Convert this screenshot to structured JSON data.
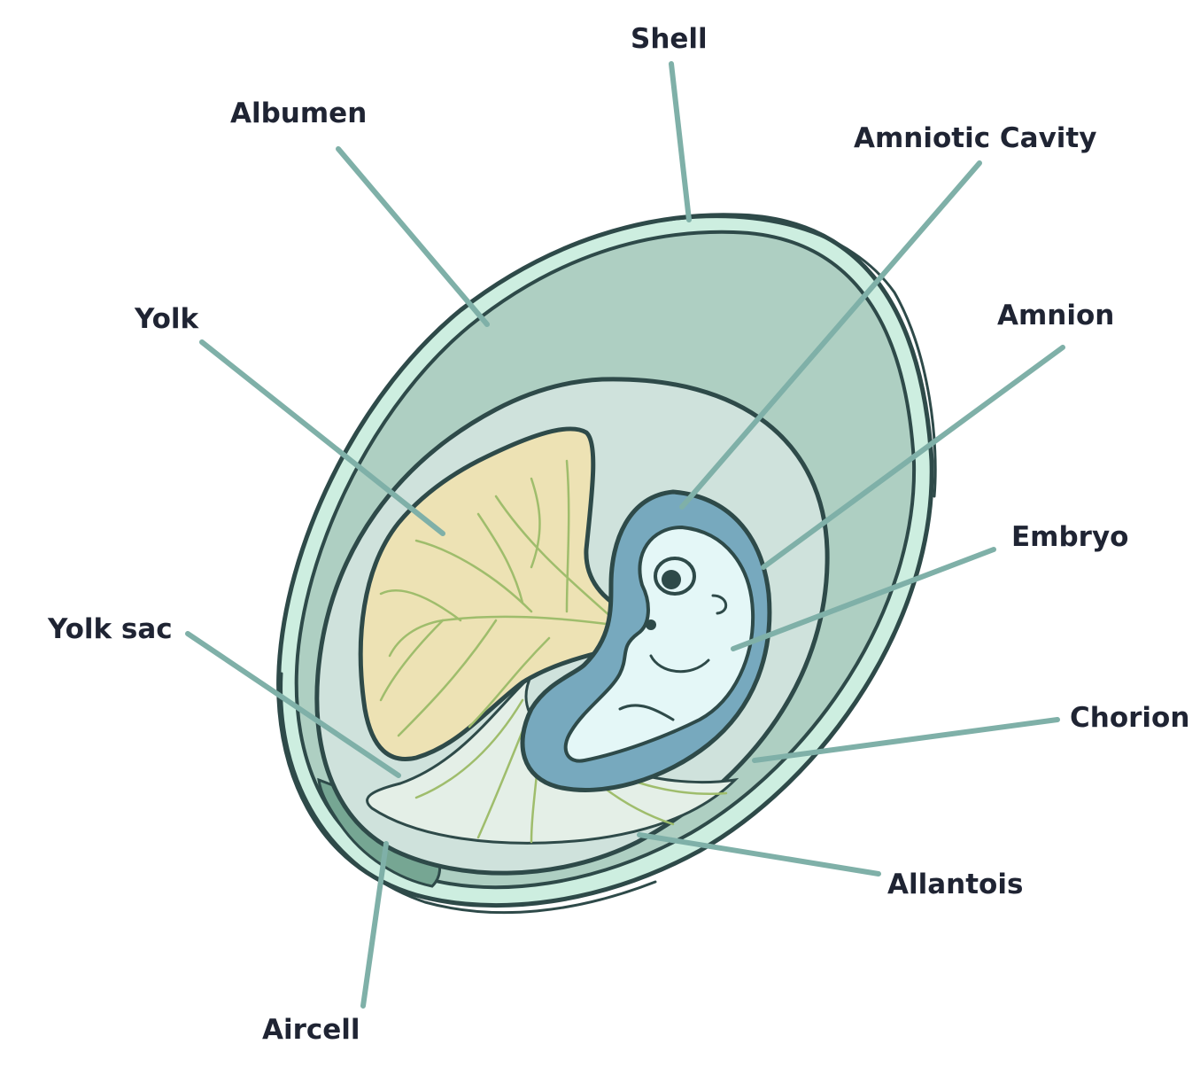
{
  "colors": {
    "shell_rim": "#cdeee0",
    "albumen": "#aecfc2",
    "outline": "#2e4a49",
    "chorion_fill": "#cfe2dc",
    "yolk": "#ede2b4",
    "yolk_rim": "#f6efc8",
    "veins": "#9fbd6c",
    "amnion": "#77a9be",
    "embryo": "#e4f7f7",
    "allantois": "#e4efe7",
    "aircell": "#76a693",
    "leader": "#7fb0a8",
    "label": "#1f2433"
  },
  "labels": {
    "shell": "Shell",
    "albumen": "Albumen",
    "amniotic_cavity": "Amniotic Cavity",
    "yolk": "Yolk",
    "amnion": "Amnion",
    "embryo": "Embryo",
    "yolk_sac": "Yolk sac",
    "chorion": "Chorion",
    "allantois": "Allantois",
    "aircell": "Aircell"
  }
}
